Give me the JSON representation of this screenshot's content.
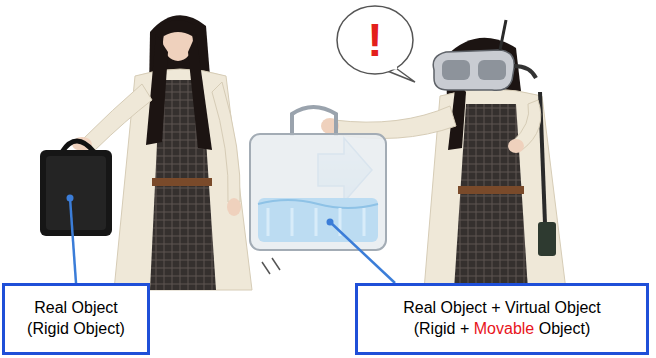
{
  "diagram": {
    "nodes": [
      {
        "text": [
          "Real Object",
          "(Rigid Object)"
        ]
      },
      {
        "text": [
          "!"
        ]
      },
      {
        "text": [
          "Real Object + Virtual Object",
          "(Rigid +",
          "Movable",
          "Object)"
        ]
      }
    ]
  }
}
